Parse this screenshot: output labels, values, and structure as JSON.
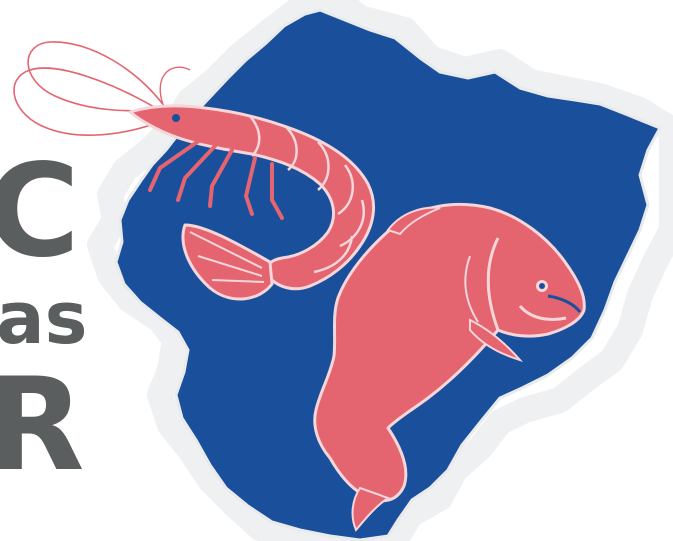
{
  "logo": {
    "wordmark_fragments": [
      "C",
      "as",
      "R"
    ],
    "colors": {
      "background": "#ffffff",
      "map_blue": "#1a4f9c",
      "animal_pink": "#e4646f",
      "outline_light": "#eef0f2",
      "wordmark_gray": "#5b5e5f"
    },
    "icons": [
      "shrimp-icon",
      "fish-icon",
      "country-map-icon"
    ]
  }
}
